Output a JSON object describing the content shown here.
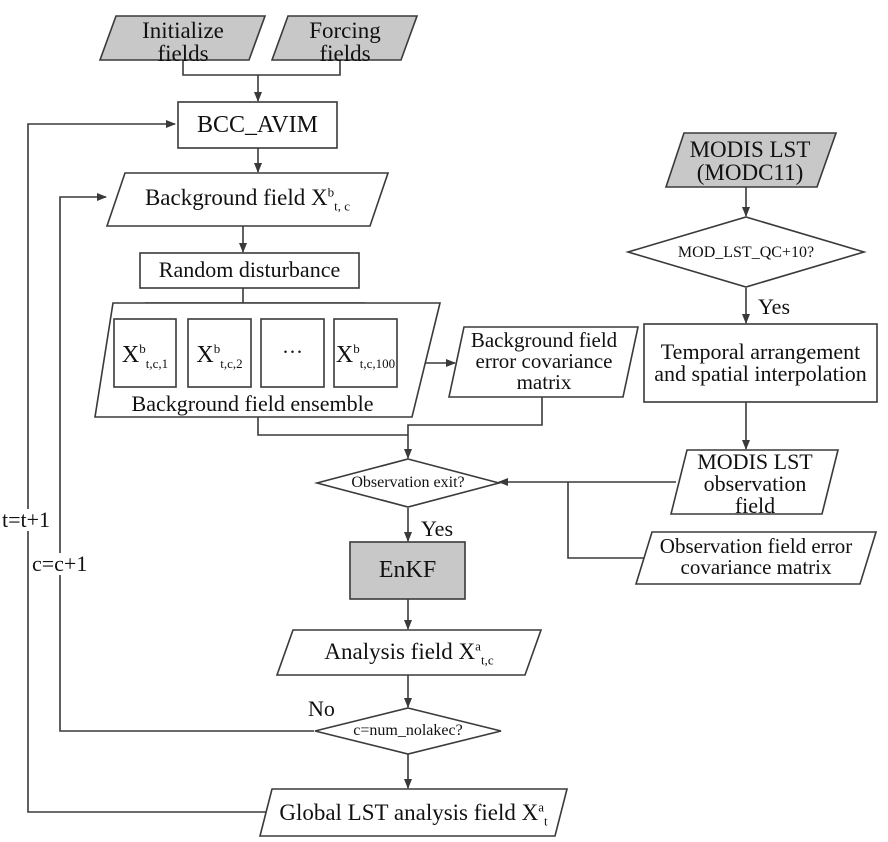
{
  "nodes": {
    "initialize": [
      "Initialize",
      "fields"
    ],
    "forcing": [
      "Forcing",
      "fields"
    ],
    "model": "BCC_AVIM",
    "background": {
      "text": "Background field X",
      "sup": "b",
      "sub": "t, c"
    },
    "random": "Random disturbance",
    "ensemble": {
      "members": [
        {
          "base": "X",
          "sup": "b",
          "sub": "t,c,1"
        },
        {
          "base": "X",
          "sup": "b",
          "sub": "t,c,2"
        },
        {
          "base": "···",
          "sup": "",
          "sub": ""
        },
        {
          "base": "X",
          "sup": "b",
          "sub": "t,c,100"
        }
      ],
      "caption": "Background field ensemble"
    },
    "bg_cov": [
      "Background field",
      "error covariance",
      "matrix"
    ],
    "modis": [
      "MODIS LST",
      "(MODC11)"
    ],
    "qc": "MOD_LST_QC+10?",
    "temporal": [
      "Temporal arrangement",
      "and spatial interpolation"
    ],
    "modis_obs": [
      "MODIS LST",
      "observation",
      "field"
    ],
    "obs_exit": "Observation exit?",
    "obs_cov": [
      "Observation field error",
      "covariance matrix"
    ],
    "enkf": "EnKF",
    "analysis": {
      "text": "Analysis field X",
      "sup": "a",
      "sub": "t,c"
    },
    "cnum": "c=num_nolakec?",
    "global": {
      "text": "Global LST analysis field X",
      "sup": "a",
      "sub": "t"
    }
  },
  "edge_labels": {
    "yes_qc": "Yes",
    "yes_obs": "Yes",
    "no": "No",
    "t_loop": "t=t+1",
    "c_loop": "c=c+1"
  },
  "colors": {
    "stroke": "#3a3a3a",
    "gray_fill": "#c8c8c8",
    "white_fill": "#ffffff"
  }
}
